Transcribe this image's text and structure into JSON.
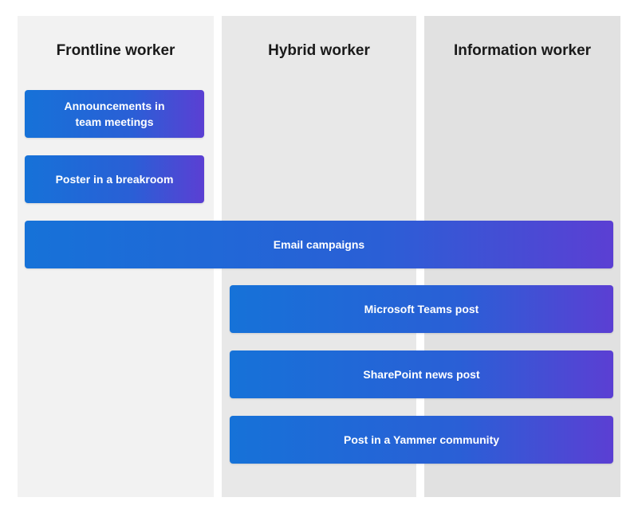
{
  "columns": {
    "frontline": "Frontline worker",
    "hybrid": "Hybrid worker",
    "information": "Information worker"
  },
  "channels": {
    "announcements": "Announcements in team meetings",
    "poster": "Poster in a breakroom",
    "email": "Email campaigns",
    "teams": "Microsoft Teams post",
    "sharepoint": "SharePoint news post",
    "yammer": "Post in a Yammer community"
  },
  "colors": {
    "pill_gradient_start": "#1672d8",
    "pill_gradient_end": "#5b3fd3",
    "frontline_bg": "#f2f2f2",
    "hybrid_bg": "#e8e8e8",
    "information_bg": "#e1e1e1"
  }
}
